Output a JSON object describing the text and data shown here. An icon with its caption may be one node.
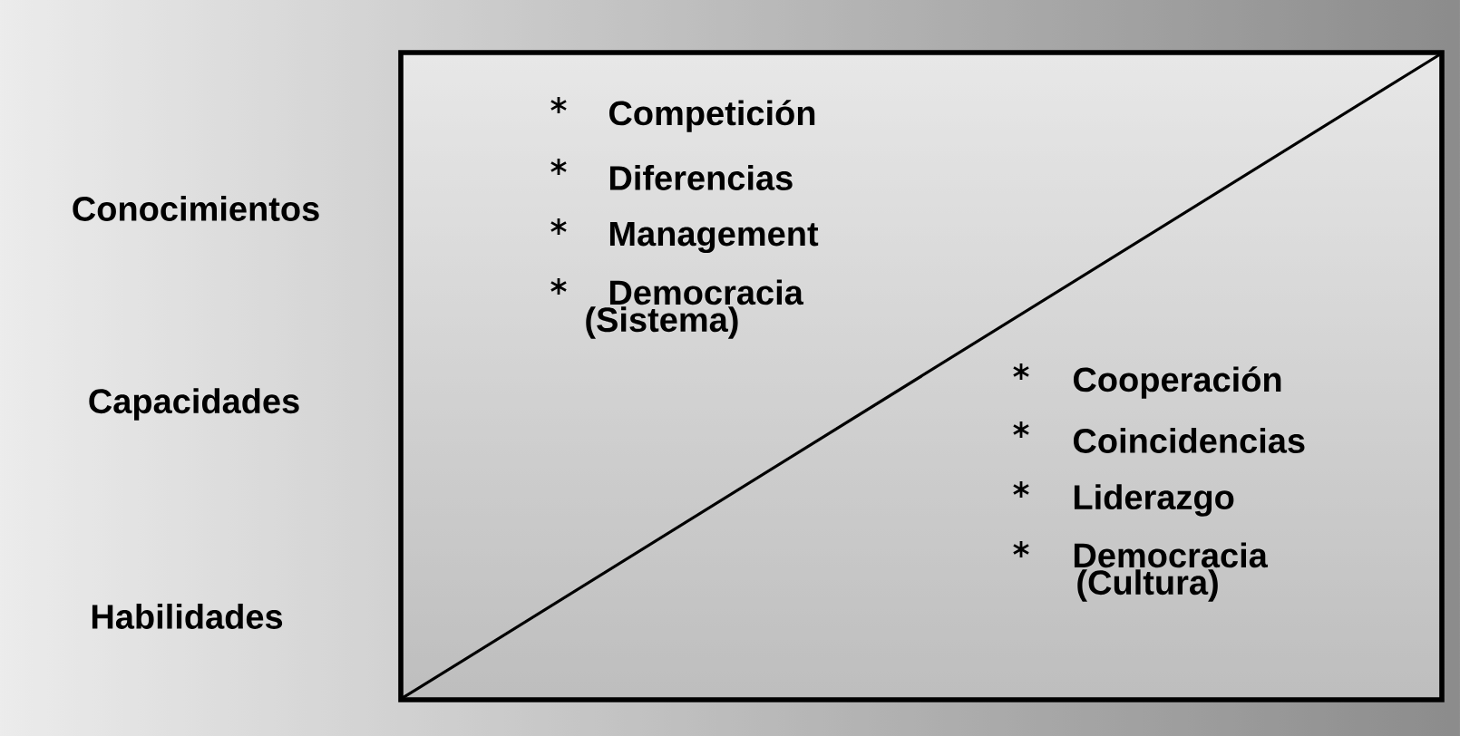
{
  "diagram": {
    "nodes": [
      {
        "text": [
          "Competición",
          "Diferencias",
          "Management",
          "Democracia (Sistema)",
          "Cooperación",
          "Coincidencias",
          "Liderazgo",
          "Democracia (Cultura)"
        ]
      }
    ],
    "labels": [
      "Conocimientos",
      "Capacidades",
      "Habilidades"
    ]
  }
}
